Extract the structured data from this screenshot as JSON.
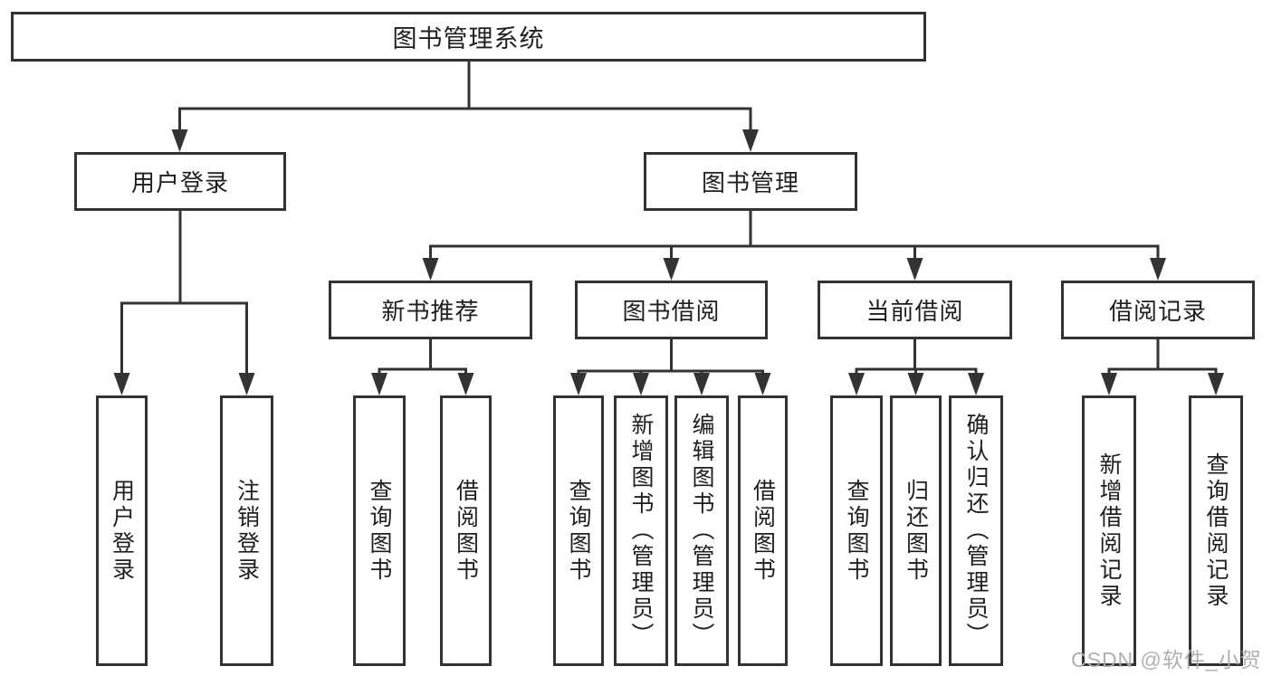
{
  "diagram": {
    "title_node": {
      "label": "图书管理系统"
    },
    "level2": {
      "user_login": {
        "label": "用户登录"
      },
      "book_management": {
        "label": "图书管理"
      }
    },
    "level3": {
      "new_book_recommend": {
        "label": "新书推荐"
      },
      "book_borrow": {
        "label": "图书借阅"
      },
      "current_borrow": {
        "label": "当前借阅"
      },
      "borrow_records": {
        "label": "借阅记录"
      }
    },
    "leaves": {
      "user_login_leaf": {
        "label": "用户登录"
      },
      "logout": {
        "label": "注销登录"
      },
      "recommend_query_books": {
        "label": "查询图书"
      },
      "recommend_borrow_books": {
        "label": "借阅图书"
      },
      "borrow_query_books": {
        "label": "查询图书"
      },
      "borrow_add_books": {
        "label": "新增图书（管理员）"
      },
      "borrow_edit_books": {
        "label": "编辑图书（管理员）"
      },
      "borrow_borrow_books": {
        "label": "借阅图书"
      },
      "current_query_books": {
        "label": "查询图书"
      },
      "current_return_books": {
        "label": "归还图书"
      },
      "current_confirm_return": {
        "label": "确认归还（管理员）"
      },
      "records_add_record": {
        "label": "新增借阅记录"
      },
      "records_query_record": {
        "label": "查询借阅记录"
      }
    }
  },
  "watermark": {
    "text": "CSDN @软件_小贺同学"
  },
  "colors": {
    "line": "#333333",
    "border": "#333333",
    "text": "#1f1f1f",
    "watermark": "#acacac",
    "background": "#ffffff"
  }
}
